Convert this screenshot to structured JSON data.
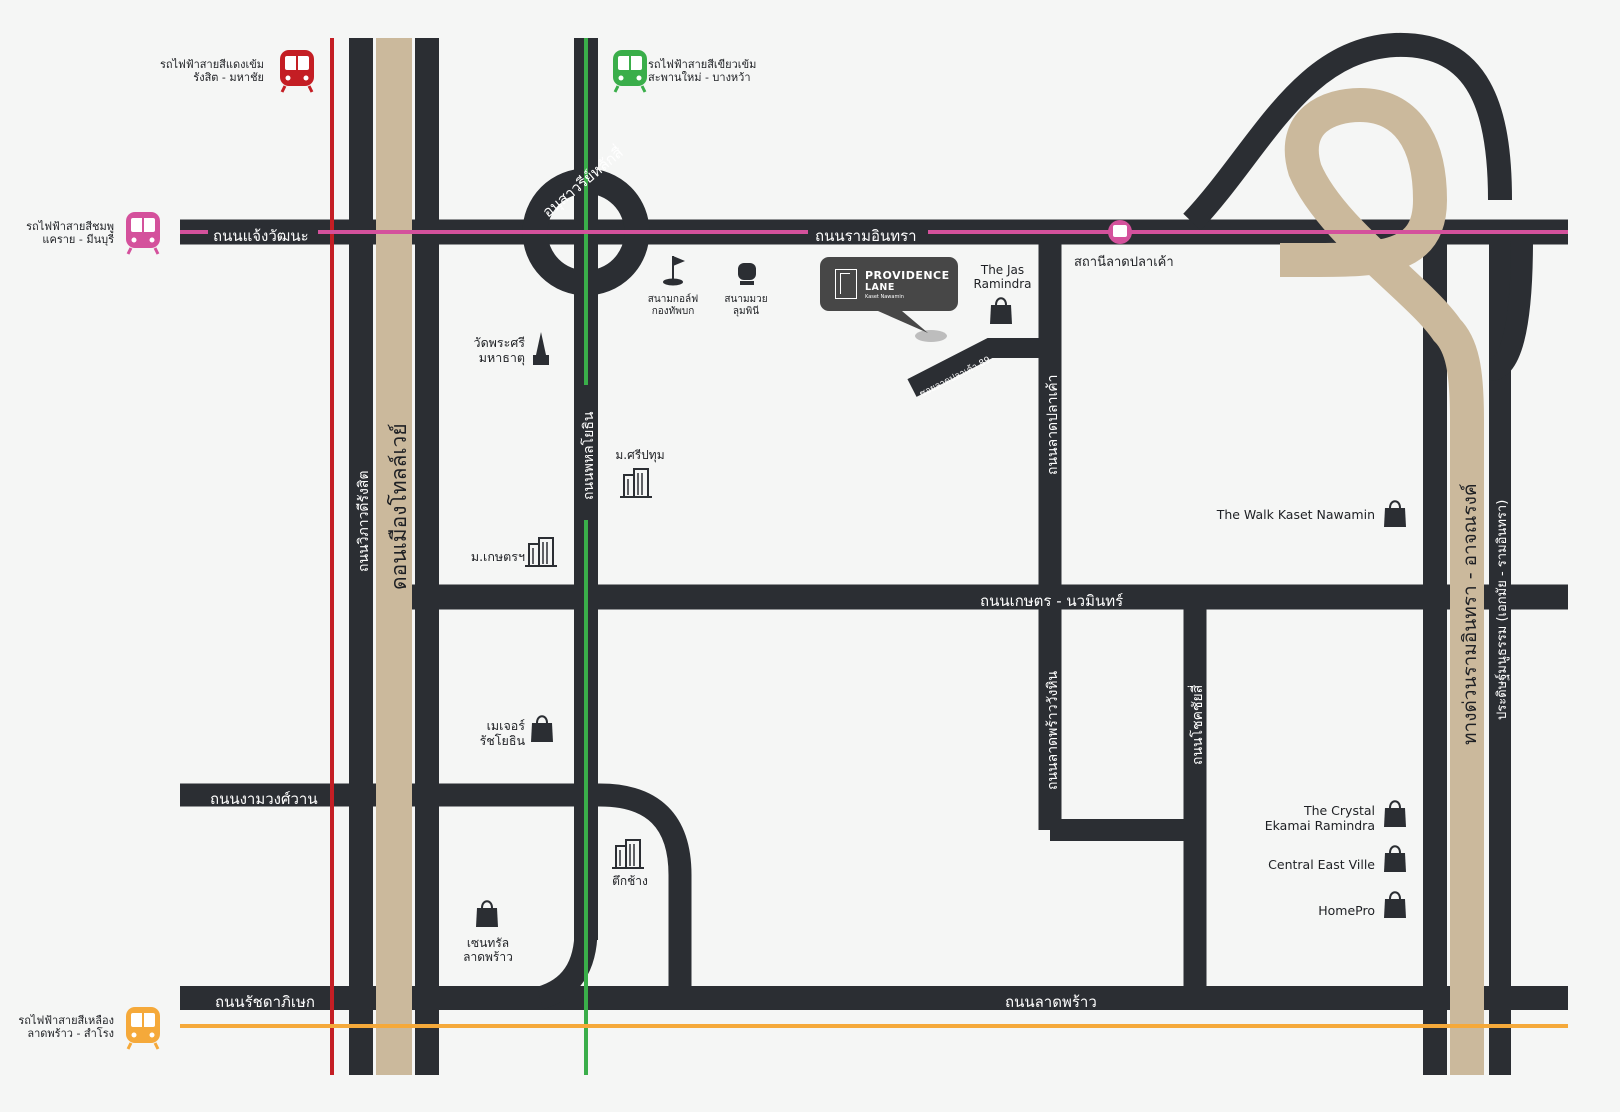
{
  "colors": {
    "road": "#2b2e33",
    "expressway": "#cbb99c",
    "background": "#f5f6f5",
    "red_line": "#c41e24",
    "green_line": "#3aae4a",
    "pink_line": "#d4519c",
    "yellow_line": "#f5a93a",
    "callout": "#474747"
  },
  "train_lines": [
    {
      "id": "red",
      "name": "รถไฟฟ้าสายสีแดงเข้ม",
      "route": "รังสิต - มหาชัย",
      "color": "#c41e24",
      "icon": "train-icon"
    },
    {
      "id": "green",
      "name": "รถไฟฟ้าสายสีเขียวเข้ม",
      "route": "สะพานใหม่ - บางหว้า",
      "color": "#3aae4a",
      "icon": "train-icon"
    },
    {
      "id": "pink",
      "name": "รถไฟฟ้าสายสีชมพู",
      "route": "แคราย - มีนบุรี",
      "color": "#d4519c",
      "icon": "train-icon"
    },
    {
      "id": "yellow",
      "name": "รถไฟฟ้าสายสีเหลือง",
      "route": "ลาดพร้าว - สำโรง",
      "color": "#f5a93a",
      "icon": "train-icon"
    }
  ],
  "roads": {
    "chaeng_watthana": "ถนนแจ้งวัฒนะ",
    "ram_intra": "ถนนรามอินทรา",
    "vibhavadi": "ถนนวิภาวดีรังสิต",
    "don_mueang_tollway": "ดอนเมืองโทลล์เวย์",
    "phahonyothin": "ถนนพหลโยธิน",
    "lak_si_circle": "อนุสาวรีย์หลักสี่",
    "lat_pla_khao": "ถนนลาดปลาเค้า",
    "soi_lat_pla_khao": "ซอยลาดปลาเค้า 89",
    "kaset_nawamin": "ถนนเกษตร - นวมินทร์",
    "ngam_wong_wan": "ถนนงามวงศ์วาน",
    "lat_phrao_wang_hin": "ถนนลาดพร้าววังหิน",
    "chok_chai_si": "ถนนโชคชัยสี่",
    "ratchadaphisek": "ถนนรัชดาภิเษก",
    "lat_phrao": "ถนนลาดพร้าว",
    "expressway": "ทางด่วนรามอินทรา - อาจณรงค์",
    "pradit_manutham": "ประดิษฐ์มนูธรรม (เอกมัย - รามอินทรา)"
  },
  "station": {
    "name": "สถานีลาดปลาเค้า",
    "icon": "train-station-icon"
  },
  "project": {
    "brand_line1": "PROVIDENCE",
    "brand_line2": "LANE",
    "brand_line3": "Kaset Nawamin",
    "icon": "location-pin-icon"
  },
  "pois": [
    {
      "id": "golf",
      "name": "สนามกอล์ฟ\nกองทัพบก",
      "icon": "golf-flag-icon"
    },
    {
      "id": "boxing",
      "name": "สนามมวย\nลุมพินี",
      "icon": "boxing-glove-icon"
    },
    {
      "id": "wat",
      "name": "วัดพระศรี\nมหาธาตุ",
      "icon": "temple-icon"
    },
    {
      "id": "spu",
      "name": "ม.ศรีปทุม",
      "icon": "building-icon"
    },
    {
      "id": "ku",
      "name": "ม.เกษตรฯ",
      "icon": "building-icon"
    },
    {
      "id": "major",
      "name": "เมเจอร์\nรัชโยธิน",
      "icon": "shopping-bag-icon"
    },
    {
      "id": "tuk_chang",
      "name": "ตึกช้าง",
      "icon": "building-icon"
    },
    {
      "id": "central_lp",
      "name": "เซนทรัล\nลาดพร้าว",
      "icon": "shopping-bag-icon"
    },
    {
      "id": "jas",
      "name": "The Jas\nRamindra",
      "icon": "shopping-bag-icon"
    },
    {
      "id": "walk",
      "name": "The Walk Kaset Nawamin",
      "icon": "shopping-bag-icon"
    },
    {
      "id": "crystal",
      "name": "The Crystal\nEkamai Ramindra",
      "icon": "shopping-bag-icon"
    },
    {
      "id": "cev",
      "name": "Central East Ville",
      "icon": "shopping-bag-icon"
    },
    {
      "id": "homepro",
      "name": "HomePro",
      "icon": "shopping-bag-icon"
    }
  ]
}
